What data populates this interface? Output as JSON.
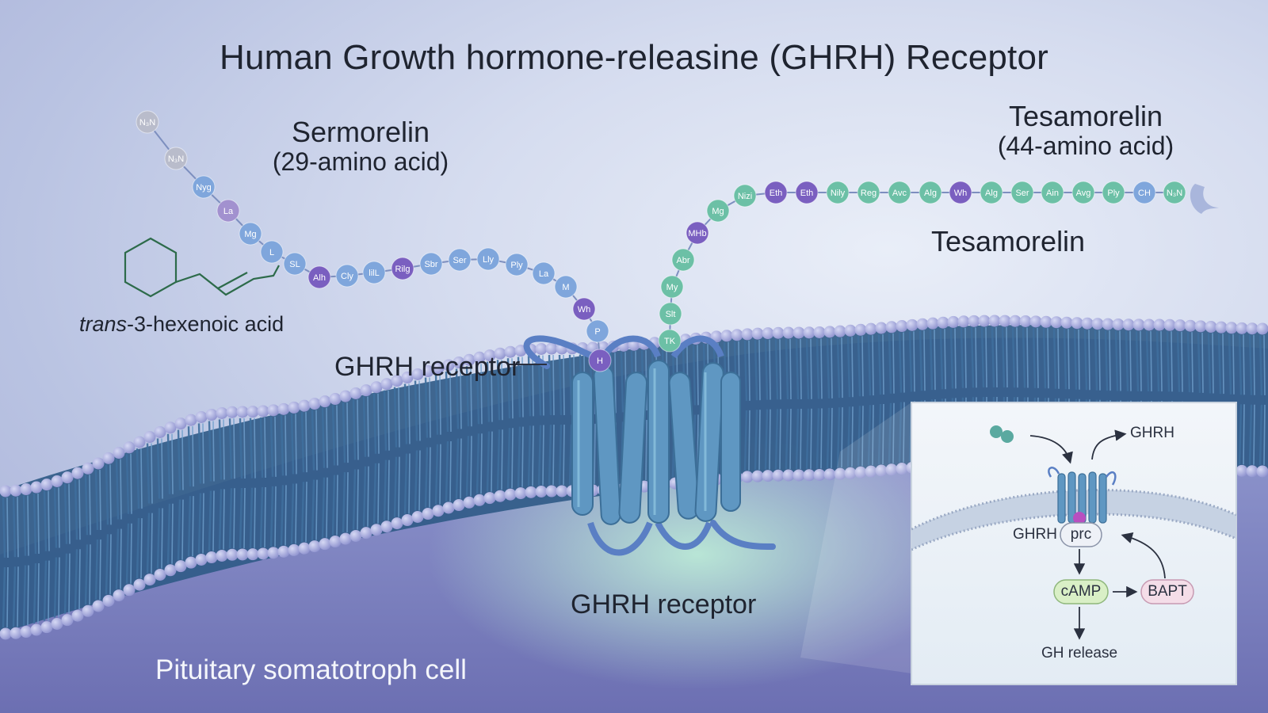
{
  "title": "Human Growth hormone-releasine (GHRH) Receptor",
  "sermorelin": {
    "name": "Sermorelin",
    "subtitle": "(29-amino acid)",
    "chain": [
      "N₃N",
      "N₃N",
      "Nyg",
      "La",
      "Mg",
      "L",
      "SL",
      "Alh",
      "Cly",
      "lilL",
      "Rilg",
      "Sbr",
      "Ser",
      "Lly",
      "Ply",
      "La",
      "M",
      "Wh",
      "P",
      "H"
    ]
  },
  "hexenoic_label_italic": "trans",
  "hexenoic_label_rest": "-3-hexenoic acid",
  "tesamorelin": {
    "name": "Tesamorelin",
    "subtitle": "(44-amino acid)",
    "label": "Tesamorelin",
    "chain": [
      "TK",
      "Slt",
      "My",
      "Abr",
      "MHb",
      "Mg",
      "Nizi",
      "Eth",
      "Eth",
      "Nily",
      "Reg",
      "Avc",
      "Alg",
      "Wh",
      "Alg",
      "Ser",
      "Ain",
      "Avg",
      "Ply",
      "CH",
      "N₃N"
    ]
  },
  "receptor_label_left": "GHRH receptor",
  "receptor_label_bottom": "GHRH receptor",
  "cell_label": "Pituitary somatotroph cell",
  "inset": {
    "ghrh_out": "GHRH",
    "ghrh_in": "GHRH",
    "prc": "prc",
    "camp": "cAMP",
    "bapt": "BAPT",
    "gh_release": "GH release"
  },
  "colors": {
    "bead_blue": "#7fa6dc",
    "bead_purple": "#7a5fc0",
    "bead_teal": "#6cc0a6",
    "bead_grey": "#b9bccb",
    "membrane_head": "#9ea4d8",
    "membrane_tail": "#3f6f9e",
    "receptor": "#5f97c2"
  }
}
